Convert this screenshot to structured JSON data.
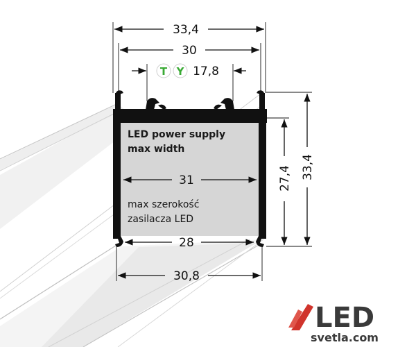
{
  "dimensions": {
    "top_width": "33,4",
    "inner_width": "30",
    "mount_width": "17,8",
    "mount_letter_t": "T",
    "mount_letter_y": "Y",
    "psu_width": "31",
    "bottom_inner": "28",
    "bottom_outer": "30,8",
    "inner_height": "27,4",
    "outer_height": "33,4"
  },
  "label_en": {
    "line1": "LED power supply",
    "line2": "max width"
  },
  "label_pl": {
    "line1": "max szerokość",
    "line2": "zasilacza LED"
  },
  "logo": {
    "brand": "LED",
    "domain": "svetla.com"
  },
  "colors": {
    "profile": "#111111",
    "psu_fill": "#d6d6d6",
    "letter_green": "#3aaa35",
    "logo_red": "#d0342c",
    "logo_dark": "#3a3a3a"
  }
}
